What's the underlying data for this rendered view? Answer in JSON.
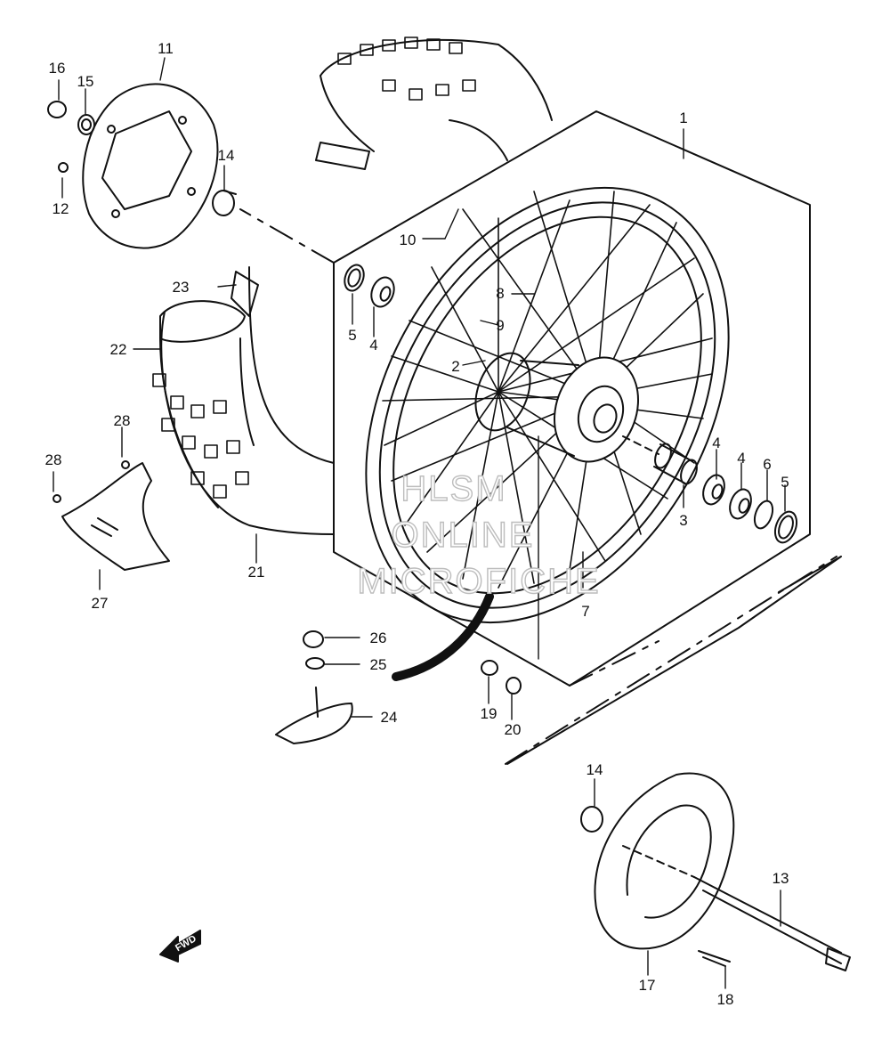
{
  "diagram": {
    "callouts": {
      "p1": "1",
      "p2": "2",
      "p3": "3",
      "p4a": "4",
      "p4b": "4",
      "p4c": "4",
      "p5a": "5",
      "p5b": "5",
      "p6": "6",
      "p7": "7",
      "p8": "8",
      "p9": "9",
      "p10": "10",
      "p11": "11",
      "p12": "12",
      "p13": "13",
      "p14a": "14",
      "p14b": "14",
      "p15": "15",
      "p16": "16",
      "p17": "17",
      "p18": "18",
      "p19": "19",
      "p20": "20",
      "p21": "21",
      "p22": "22",
      "p23": "23",
      "p24": "24",
      "p25": "25",
      "p26": "26",
      "p27": "27",
      "p28a": "28",
      "p28b": "28"
    },
    "watermark": [
      "HLSM",
      "ONLINE",
      "MICROFICHE"
    ],
    "fwd_label": "FWD"
  }
}
